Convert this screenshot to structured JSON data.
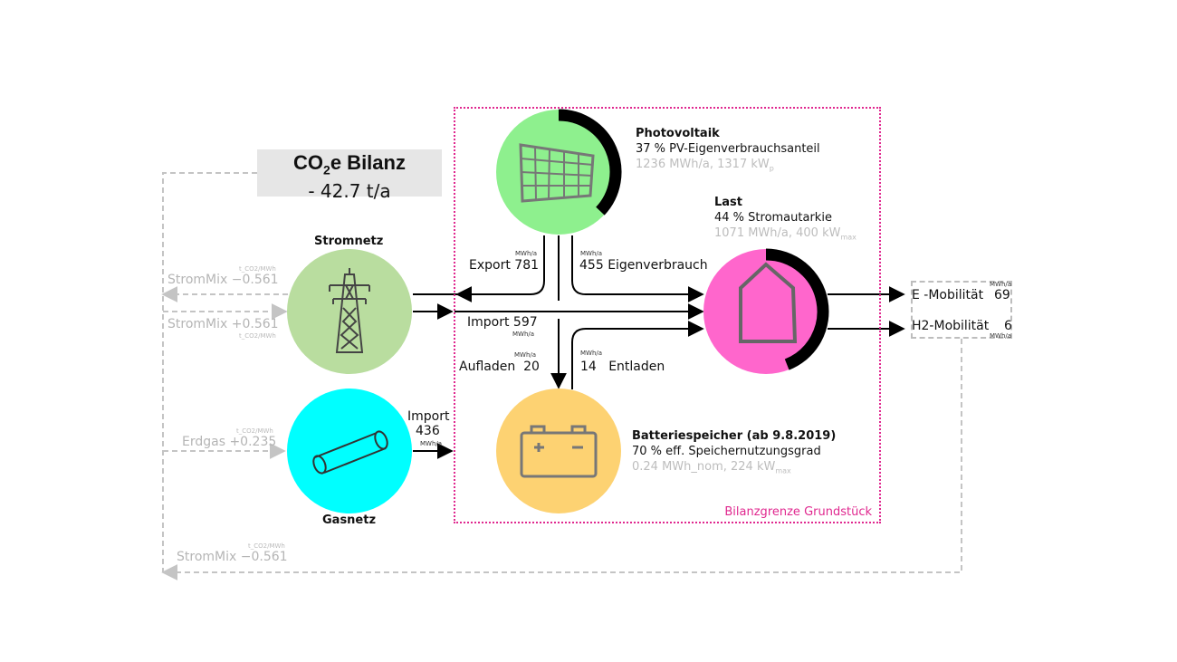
{
  "co2": {
    "title_main": "CO",
    "title_sub": "2",
    "title_rest": "e Bilanz",
    "value": "- 42.7 t/a"
  },
  "boundary": {
    "label": "Bilanzgrenze Grundstück"
  },
  "nodes": {
    "stromnetz": {
      "label": "Stromnetz",
      "color": "#b9dd9f"
    },
    "gasnetz": {
      "label": "Gasnetz",
      "color": "#00ffff"
    },
    "pv": {
      "color": "#8ef08e",
      "title": "Photovoltaik",
      "share": "37 % PV-Eigenverbrauchsanteil",
      "detail": "1236 MWh/a, 1317 kW",
      "detail_sub": "p"
    },
    "last": {
      "color": "#ff66cc",
      "title": "Last",
      "share": "44 % Stromautarkie",
      "detail": "1071 MWh/a, 400 kW",
      "detail_sub": "max"
    },
    "battery": {
      "color": "#fdd272",
      "title": "Batteriespeicher (ab 9.8.2019)",
      "share": "70 % eff. Speichernutzungsgrad",
      "detail": "0.24 MWh_nom, 224 kW",
      "detail_sub": "max"
    }
  },
  "flows": {
    "export": {
      "label": "Export",
      "value": "781",
      "unit": "MWh/a"
    },
    "eigen": {
      "value": "455",
      "label": "Eigenverbrauch",
      "unit": "MWh/a"
    },
    "import_strom": {
      "label": "Import",
      "value": "597",
      "unit": "MWh/a"
    },
    "aufladen": {
      "label": "Aufladen",
      "value": "20",
      "unit": "MWh/a"
    },
    "entladen": {
      "value": "14",
      "label": "Entladen",
      "unit": "MWh/a"
    },
    "import_gas": {
      "label": "Import",
      "value": "436",
      "unit": "MWh/a"
    }
  },
  "factors": {
    "strom_export": {
      "label": "StromMix −0.561",
      "unit": "t_CO2/MWh"
    },
    "strom_import": {
      "label": "StromMix +0.561",
      "unit": "t_CO2/MWh"
    },
    "erdgas": {
      "label": "Erdgas +0.235",
      "unit": "t_CO2/MWh"
    },
    "mobility": {
      "label": "StromMix −0.561",
      "unit": "t_CO2/MWh"
    }
  },
  "mobility": {
    "unit": "MWh/a",
    "e": {
      "label": "E  -Mobilität",
      "value": "69"
    },
    "h2": {
      "label": "H2-Mobilität",
      "value": "6"
    }
  },
  "ring_fractions": {
    "pv": 0.37,
    "last": 0.44
  }
}
